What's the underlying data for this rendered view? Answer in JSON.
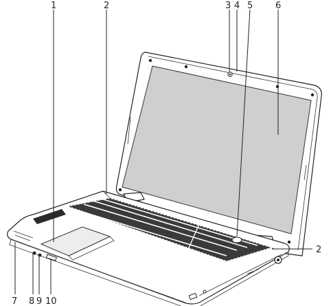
{
  "callouts": [
    {
      "id": "1",
      "label": "1"
    },
    {
      "id": "2",
      "label": "2"
    },
    {
      "id": "3",
      "label": "3"
    },
    {
      "id": "4",
      "label": "4"
    },
    {
      "id": "5",
      "label": "5"
    },
    {
      "id": "6",
      "label": "6"
    },
    {
      "id": "2b",
      "label": "2"
    },
    {
      "id": "7",
      "label": "7"
    },
    {
      "id": "8",
      "label": "8"
    },
    {
      "id": "9",
      "label": "9"
    },
    {
      "id": "10",
      "label": "10"
    }
  ],
  "colors": {
    "line": "#222222",
    "screen": "#cfcfcf",
    "keys": "#2a2a2a",
    "background": "#ffffff"
  }
}
